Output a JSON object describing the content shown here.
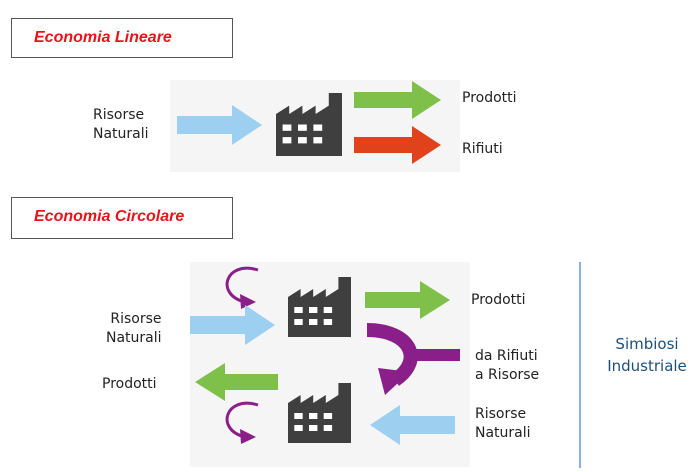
{
  "linear": {
    "title": "Economia Lineare",
    "input_label": [
      "Risorse",
      "Naturali"
    ],
    "output_products": "Prodotti",
    "output_waste": "Rifiuti"
  },
  "circular": {
    "title": "Economia Circolare",
    "input_label": [
      "Risorse",
      "Naturali"
    ],
    "output_products": "Prodotti",
    "loop_label": [
      "da Rifiuti",
      "a Risorse"
    ],
    "left_products": "Prodotti",
    "input_label_right": [
      "Risorse",
      "Naturali"
    ],
    "side_label": [
      "Simbiosi",
      "Industriale"
    ]
  },
  "colors": {
    "title_red": "#e8141b",
    "arrow_blue": "#9ccff0",
    "arrow_green": "#7fc04a",
    "arrow_red": "#e0431b",
    "arrow_purple": "#8a1f8a",
    "factory": "#3f3f3f",
    "side_text": "#1f4e79",
    "divider": "#8fb0d6"
  },
  "icons": [
    "factory-icon",
    "arrow-icon",
    "curved-arrow-icon"
  ]
}
